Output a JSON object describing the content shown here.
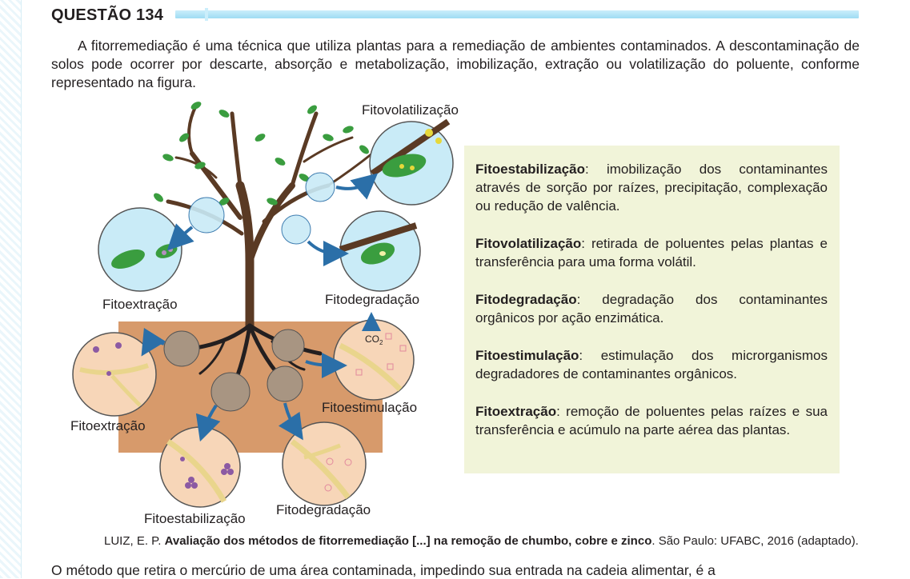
{
  "question": {
    "title": "QUESTÃO 134",
    "intro": "A fitorremediação é uma técnica que utiliza plantas para a remediação de ambientes contaminados. A descontaminação de solos pode ocorrer por descarte, absorção e metabolização, imobilização, extração ou volatilização do poluente, conforme representado na figura.",
    "stem": "O método que retira o mercúrio de uma área contaminada, impedindo sua entrada na cadeia alimentar, é a"
  },
  "figure": {
    "labels": {
      "fitovolatilizacao": "Fitovolatilização",
      "fitoextracao_top": "Fitoextração",
      "fitodegradacao_top": "Fitodegradação",
      "fitoextracao_bottom": "Fitoextração",
      "fitoestimulacao": "Fitoestimulação",
      "fitoestabilizacao": "Fitoestabilização",
      "fitodegradacao_bottom": "Fitodegradação",
      "co2": "CO",
      "co2_sub": "2"
    },
    "colors": {
      "bubble": "#c9ebf7",
      "soil": "#d79a6b",
      "trunk": "#5a3a24",
      "leaf": "#3a9d3f",
      "root_circle": "#a89582",
      "arrow": "#2b6fa8"
    }
  },
  "definitions": [
    {
      "term": "Fitoestabilização",
      "text": ": imobilização dos contaminantes através de sorção por raízes, precipitação, complexação ou redução de valência."
    },
    {
      "term": "Fitovolatilização",
      "text": ": retirada de poluentes pelas plantas e transferência para uma forma volátil."
    },
    {
      "term": "Fitodegradação",
      "text": ": degradação dos contaminantes orgânicos por ação enzimática."
    },
    {
      "term": "Fitoestimulação",
      "text": ": estimulação dos microrganismos degradadores de contaminantes orgânicos."
    },
    {
      "term": "Fitoextração",
      "text": ": remoção de poluentes pelas raízes e sua transferência e acúmulo na parte aérea das plantas."
    }
  ],
  "citation": {
    "author": "LUIZ, E. P. ",
    "title": "Avaliação dos métodos de fitorremediação [...] na remoção de chumbo, cobre e zinco",
    "rest": ". São Paulo: UFABC, 2016 (adaptado)."
  }
}
